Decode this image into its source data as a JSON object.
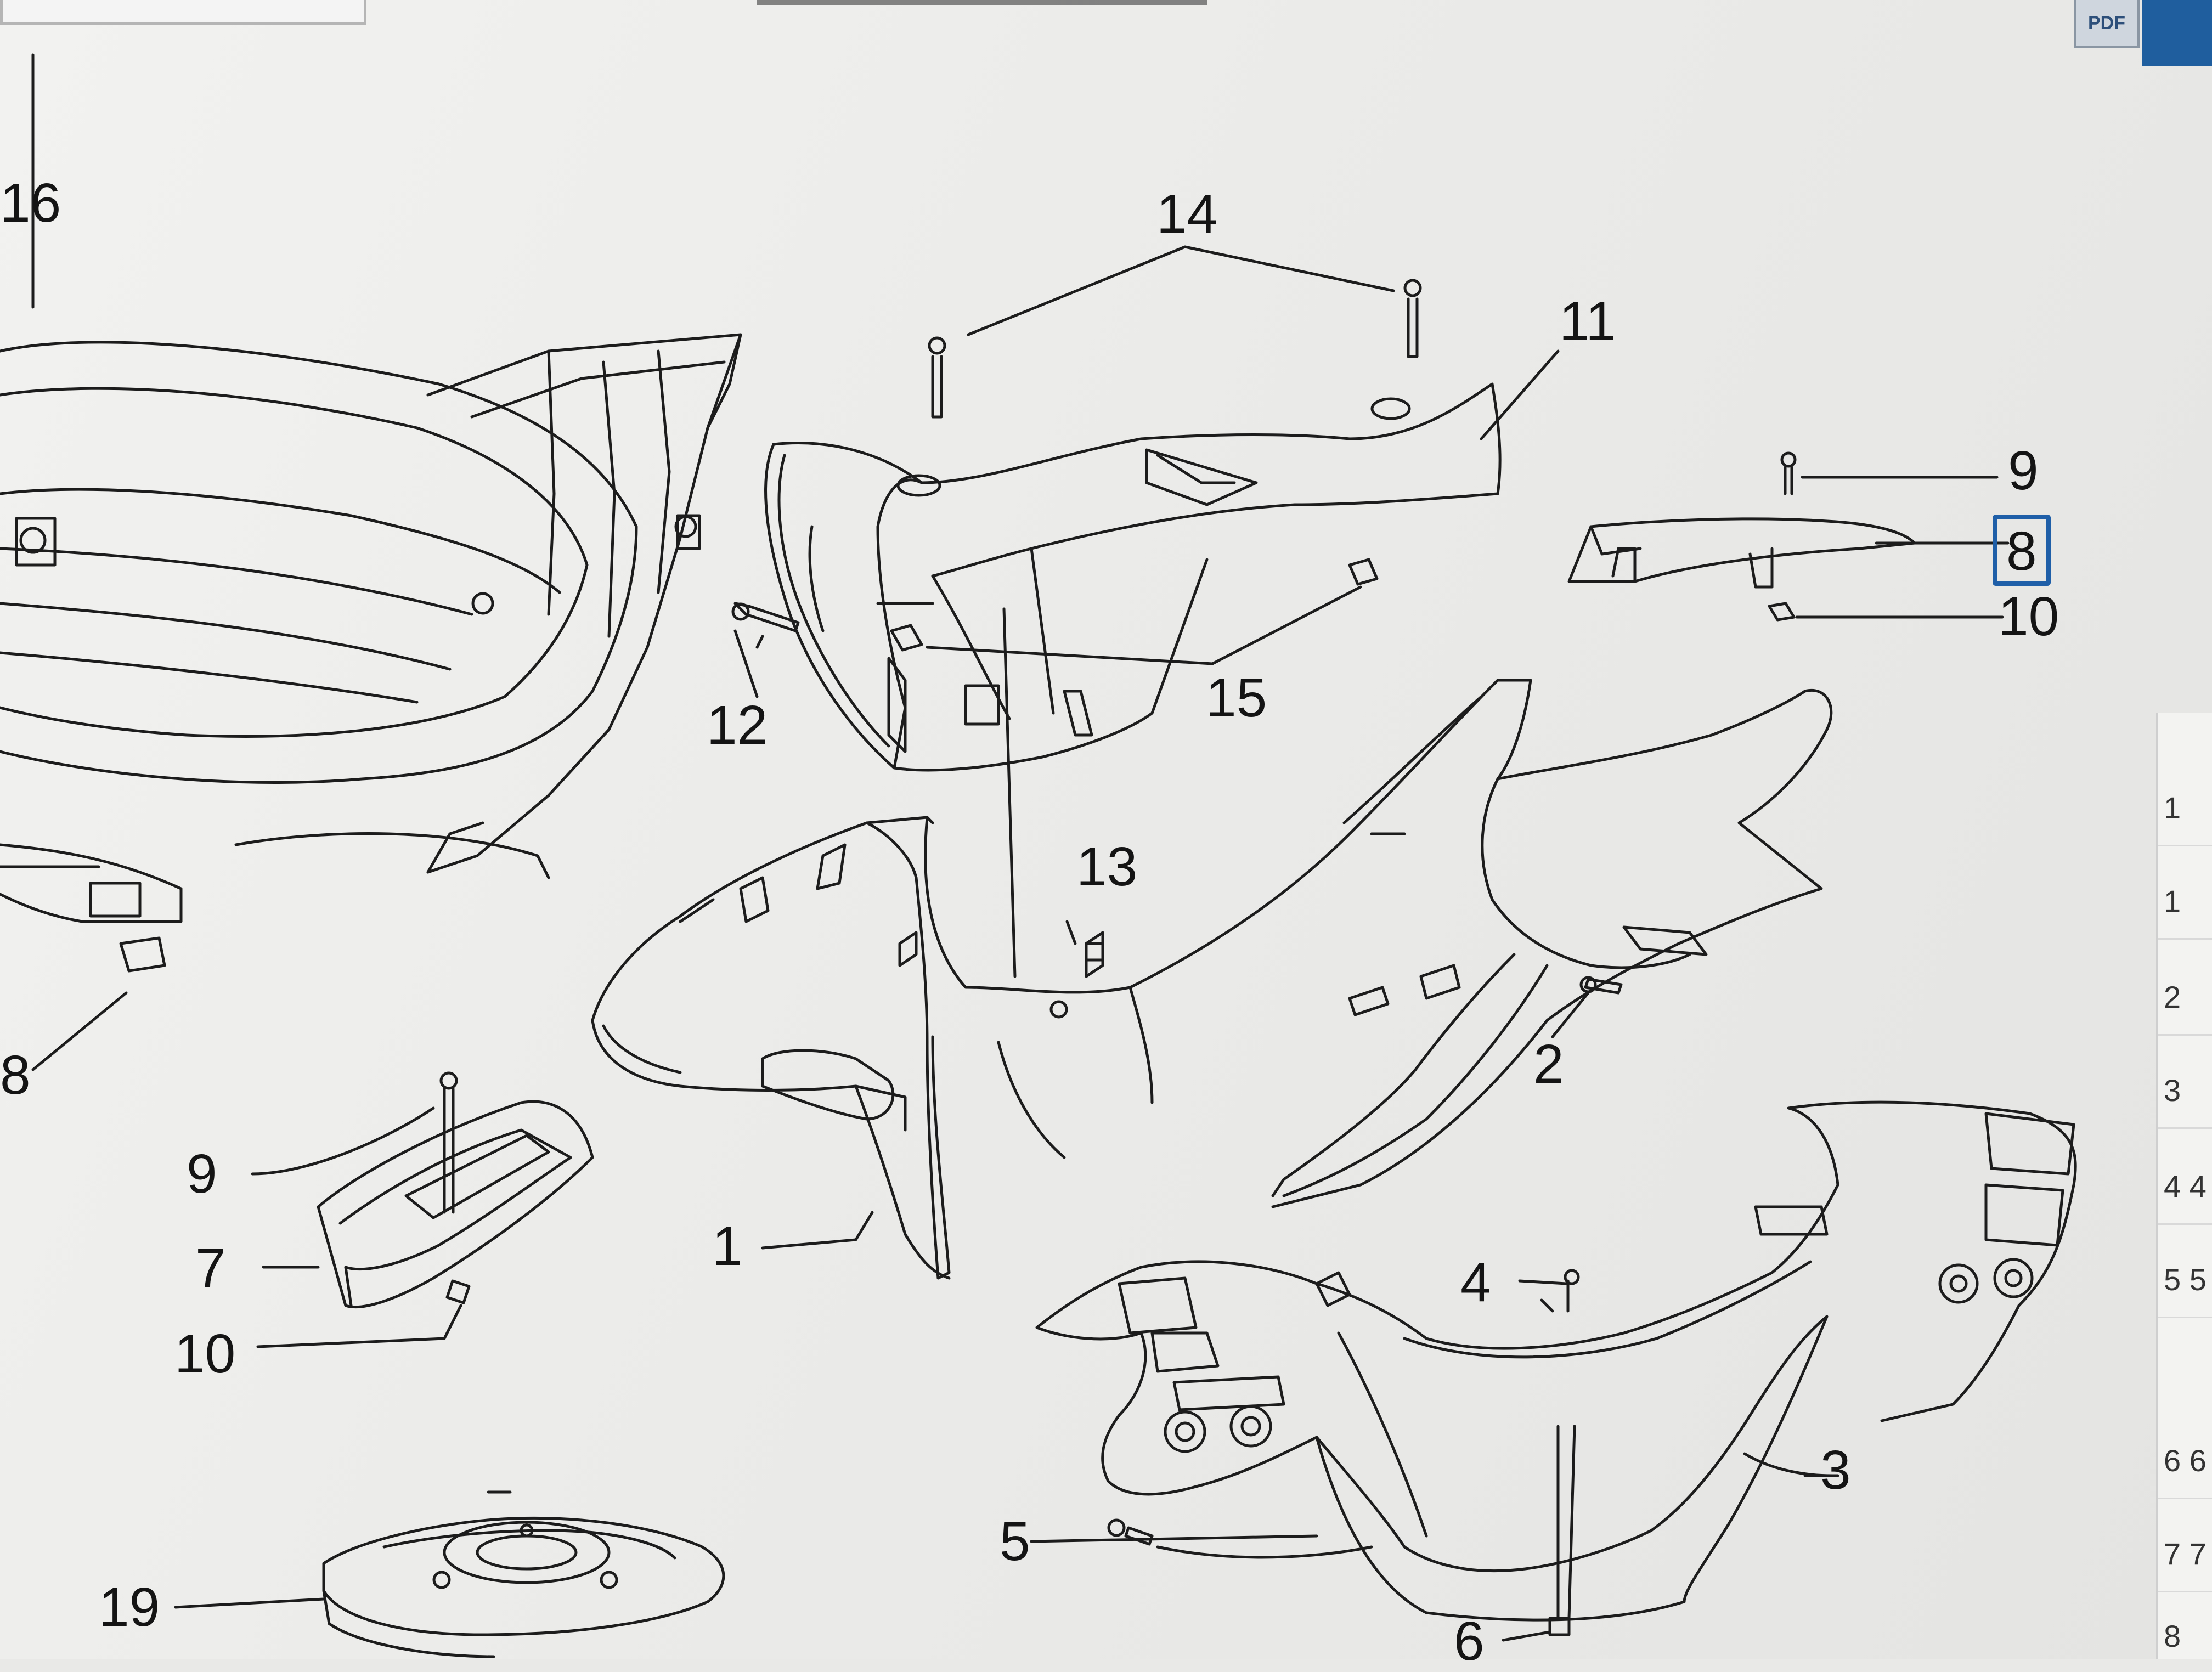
{
  "toolbar": {
    "pdf_label": "PDF"
  },
  "callouts": [
    {
      "id": "16",
      "text": "16"
    },
    {
      "id": "14",
      "text": "14"
    },
    {
      "id": "11",
      "text": "11"
    },
    {
      "id": "9a",
      "text": "9"
    },
    {
      "id": "8",
      "text": "8",
      "highlighted": true
    },
    {
      "id": "10a",
      "text": "10"
    },
    {
      "id": "12",
      "text": "12"
    },
    {
      "id": "15",
      "text": "15"
    },
    {
      "id": "13",
      "text": "13"
    },
    {
      "id": "2",
      "text": "2"
    },
    {
      "id": "9b",
      "text": "9"
    },
    {
      "id": "7",
      "text": "7"
    },
    {
      "id": "10b",
      "text": "10"
    },
    {
      "id": "1",
      "text": "1"
    },
    {
      "id": "4",
      "text": "4"
    },
    {
      "id": "3",
      "text": "3"
    },
    {
      "id": "5",
      "text": "5"
    },
    {
      "id": "19",
      "text": "19"
    },
    {
      "id": "6",
      "text": "6"
    },
    {
      "id": "18",
      "text": "8"
    }
  ],
  "side_list": {
    "rows": [
      "1",
      "1",
      "2",
      "3",
      "4 4",
      "5 5",
      "6 6",
      "7 7",
      "8"
    ]
  },
  "colors": {
    "highlight": "#1f5fa8",
    "line": "#1c1c1c",
    "panel_blue": "#1f5e9e"
  }
}
